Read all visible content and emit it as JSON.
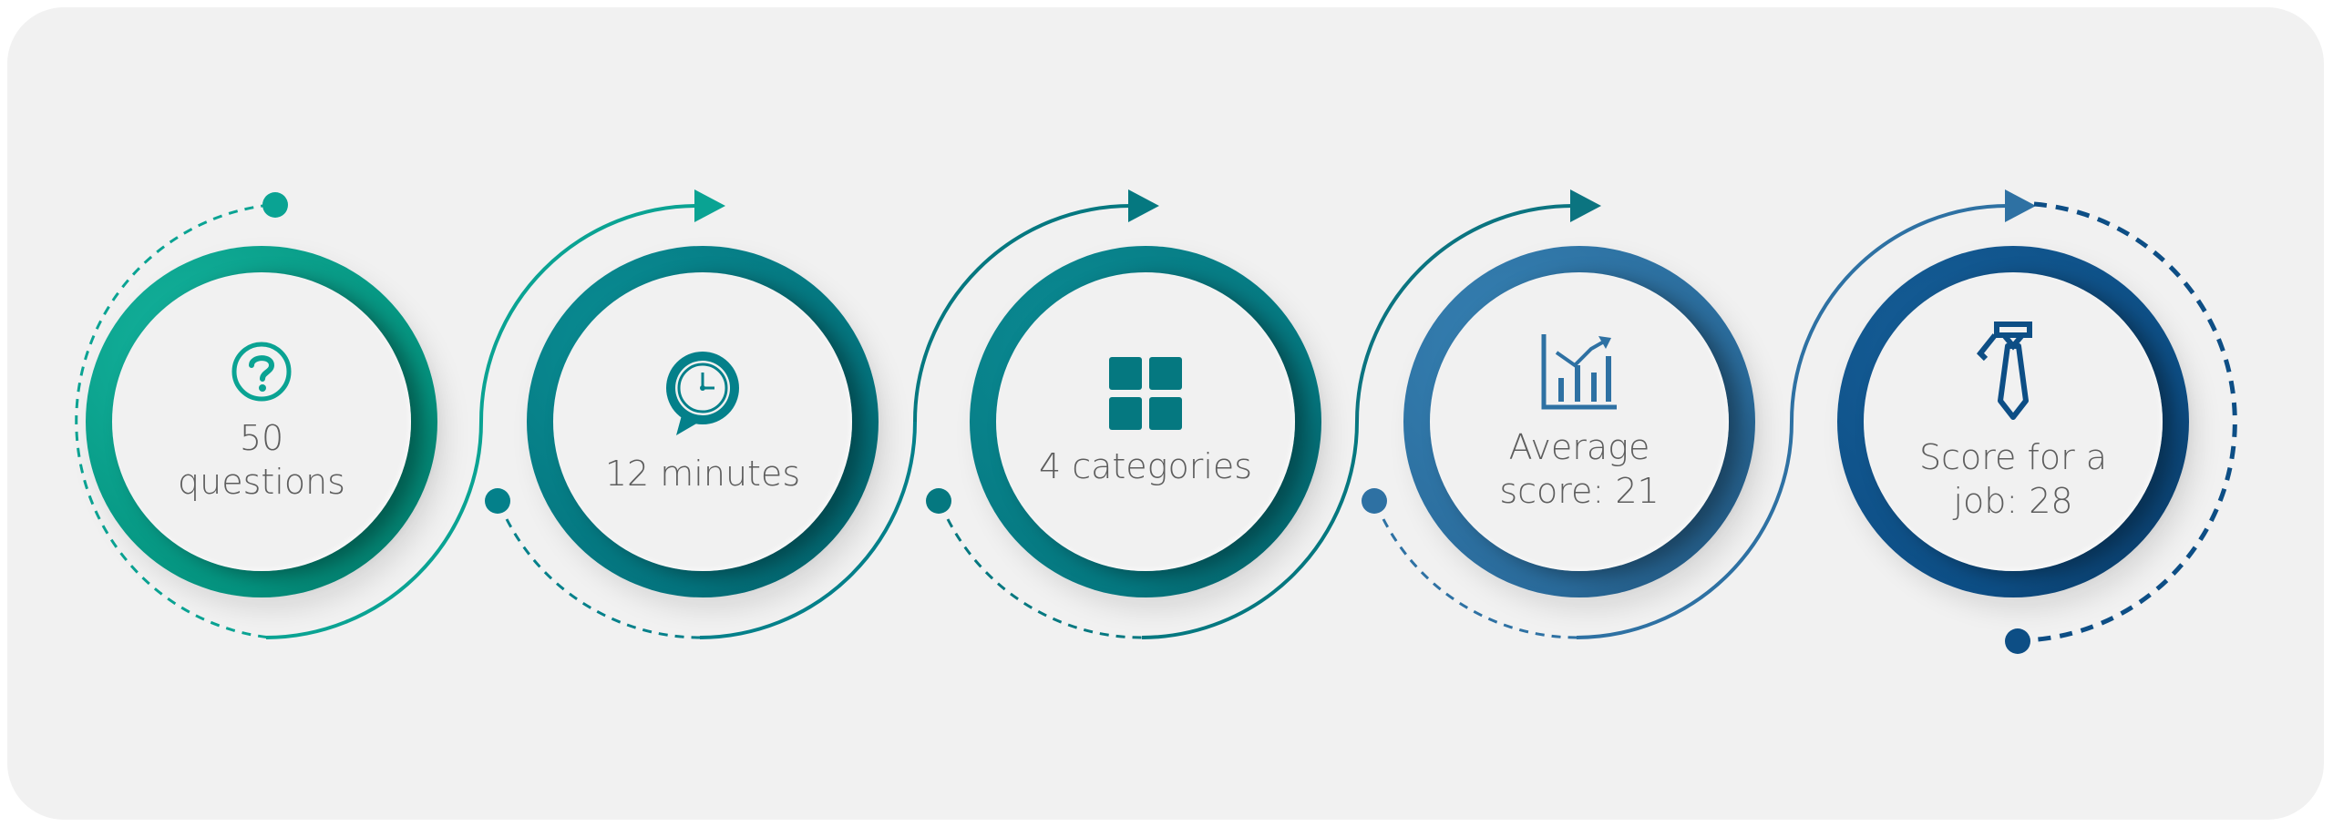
{
  "steps": [
    {
      "label_line1": "50",
      "label_line2": "questions",
      "icon": "question-circle-icon",
      "color": "#0aa393"
    },
    {
      "label_line1": "12 minutes",
      "label_line2": "",
      "icon": "clock-bubble-icon",
      "color": "#04808a"
    },
    {
      "label_line1": "4 categories",
      "label_line2": "",
      "icon": "grid-icon",
      "color": "#057880"
    },
    {
      "label_line1": "Average",
      "label_line2": "score: 21",
      "icon": "bar-chart-icon",
      "color": "#2e71a3"
    },
    {
      "label_line1": "Score for a",
      "label_line2": "job: 28",
      "icon": "tie-icon",
      "color": "#0d4e85"
    }
  ],
  "colors": {
    "background": "#f1f1f1",
    "text": "#5d5d5d",
    "step1": "#0aa393",
    "step2": "#04808a",
    "step3": "#057880",
    "step4": "#2e71a3",
    "step5": "#0d4e85"
  }
}
